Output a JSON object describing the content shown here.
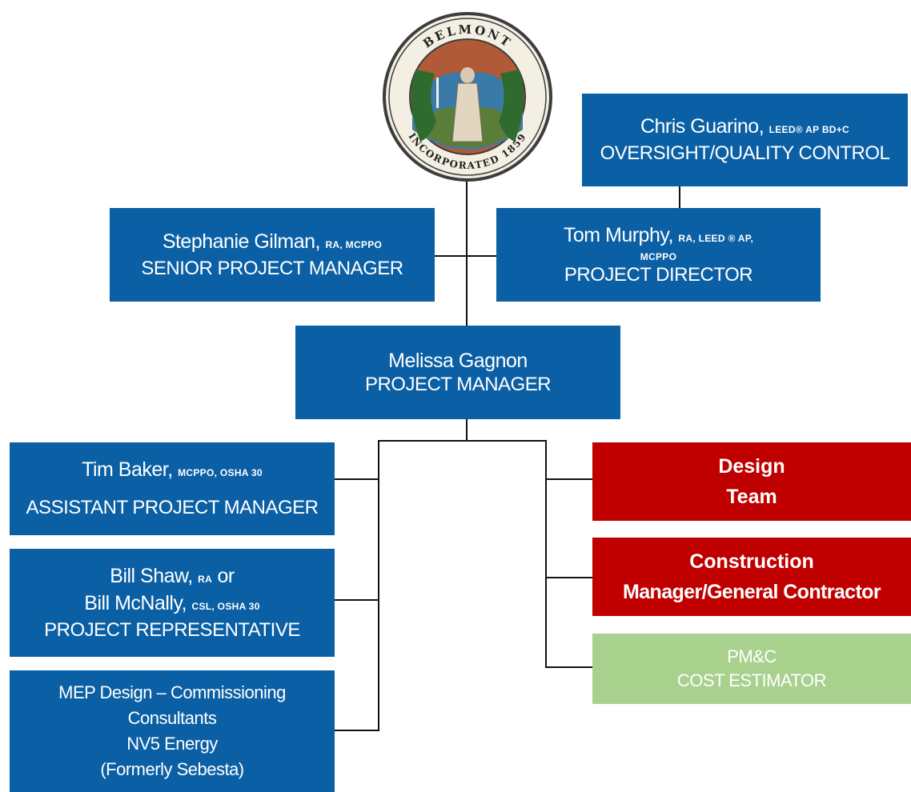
{
  "seal": {
    "top_text": "BELMONT",
    "bottom_text": "INCORPORATED 1859"
  },
  "oversight": {
    "name": "Chris Guarino,",
    "cred": "LEED® AP BD+C",
    "role": "OVERSIGHT/QUALITY CONTROL"
  },
  "senior_pm": {
    "name": "Stephanie Gilman,",
    "cred": "RA, MCPPO",
    "role": "SENIOR PROJECT MANAGER"
  },
  "director": {
    "name": "Tom Murphy,",
    "cred": "RA, LEED ® AP,",
    "cred2": "MCPPO",
    "role": "PROJECT DIRECTOR"
  },
  "pm": {
    "name": "Melissa Gagnon",
    "role": "PROJECT MANAGER"
  },
  "apm": {
    "name": "Tim Baker,",
    "cred": "MCPPO, OSHA 30",
    "role": "ASSISTANT PROJECT MANAGER"
  },
  "rep": {
    "name1": "Bill Shaw,",
    "cred1": "RA",
    "or": "or",
    "name2": "Bill McNally,",
    "cred2": "CSL, OSHA 30",
    "role": "PROJECT REPRESENTATIVE"
  },
  "mep": {
    "lines": [
      "MEP Design – Commissioning",
      "Consultants",
      "NV5 Energy",
      "(Formerly Sebesta)"
    ]
  },
  "design_team": {
    "line1": "Design",
    "line2": "Team"
  },
  "cm_gc": {
    "line1": "Construction",
    "line2": "Manager/General Contractor"
  },
  "estimator": {
    "line1": "PM&C",
    "line2": "COST ESTIMATOR"
  },
  "colors": {
    "blue": "#0b5fa5",
    "red": "#c00000",
    "green": "#a9d18e"
  }
}
